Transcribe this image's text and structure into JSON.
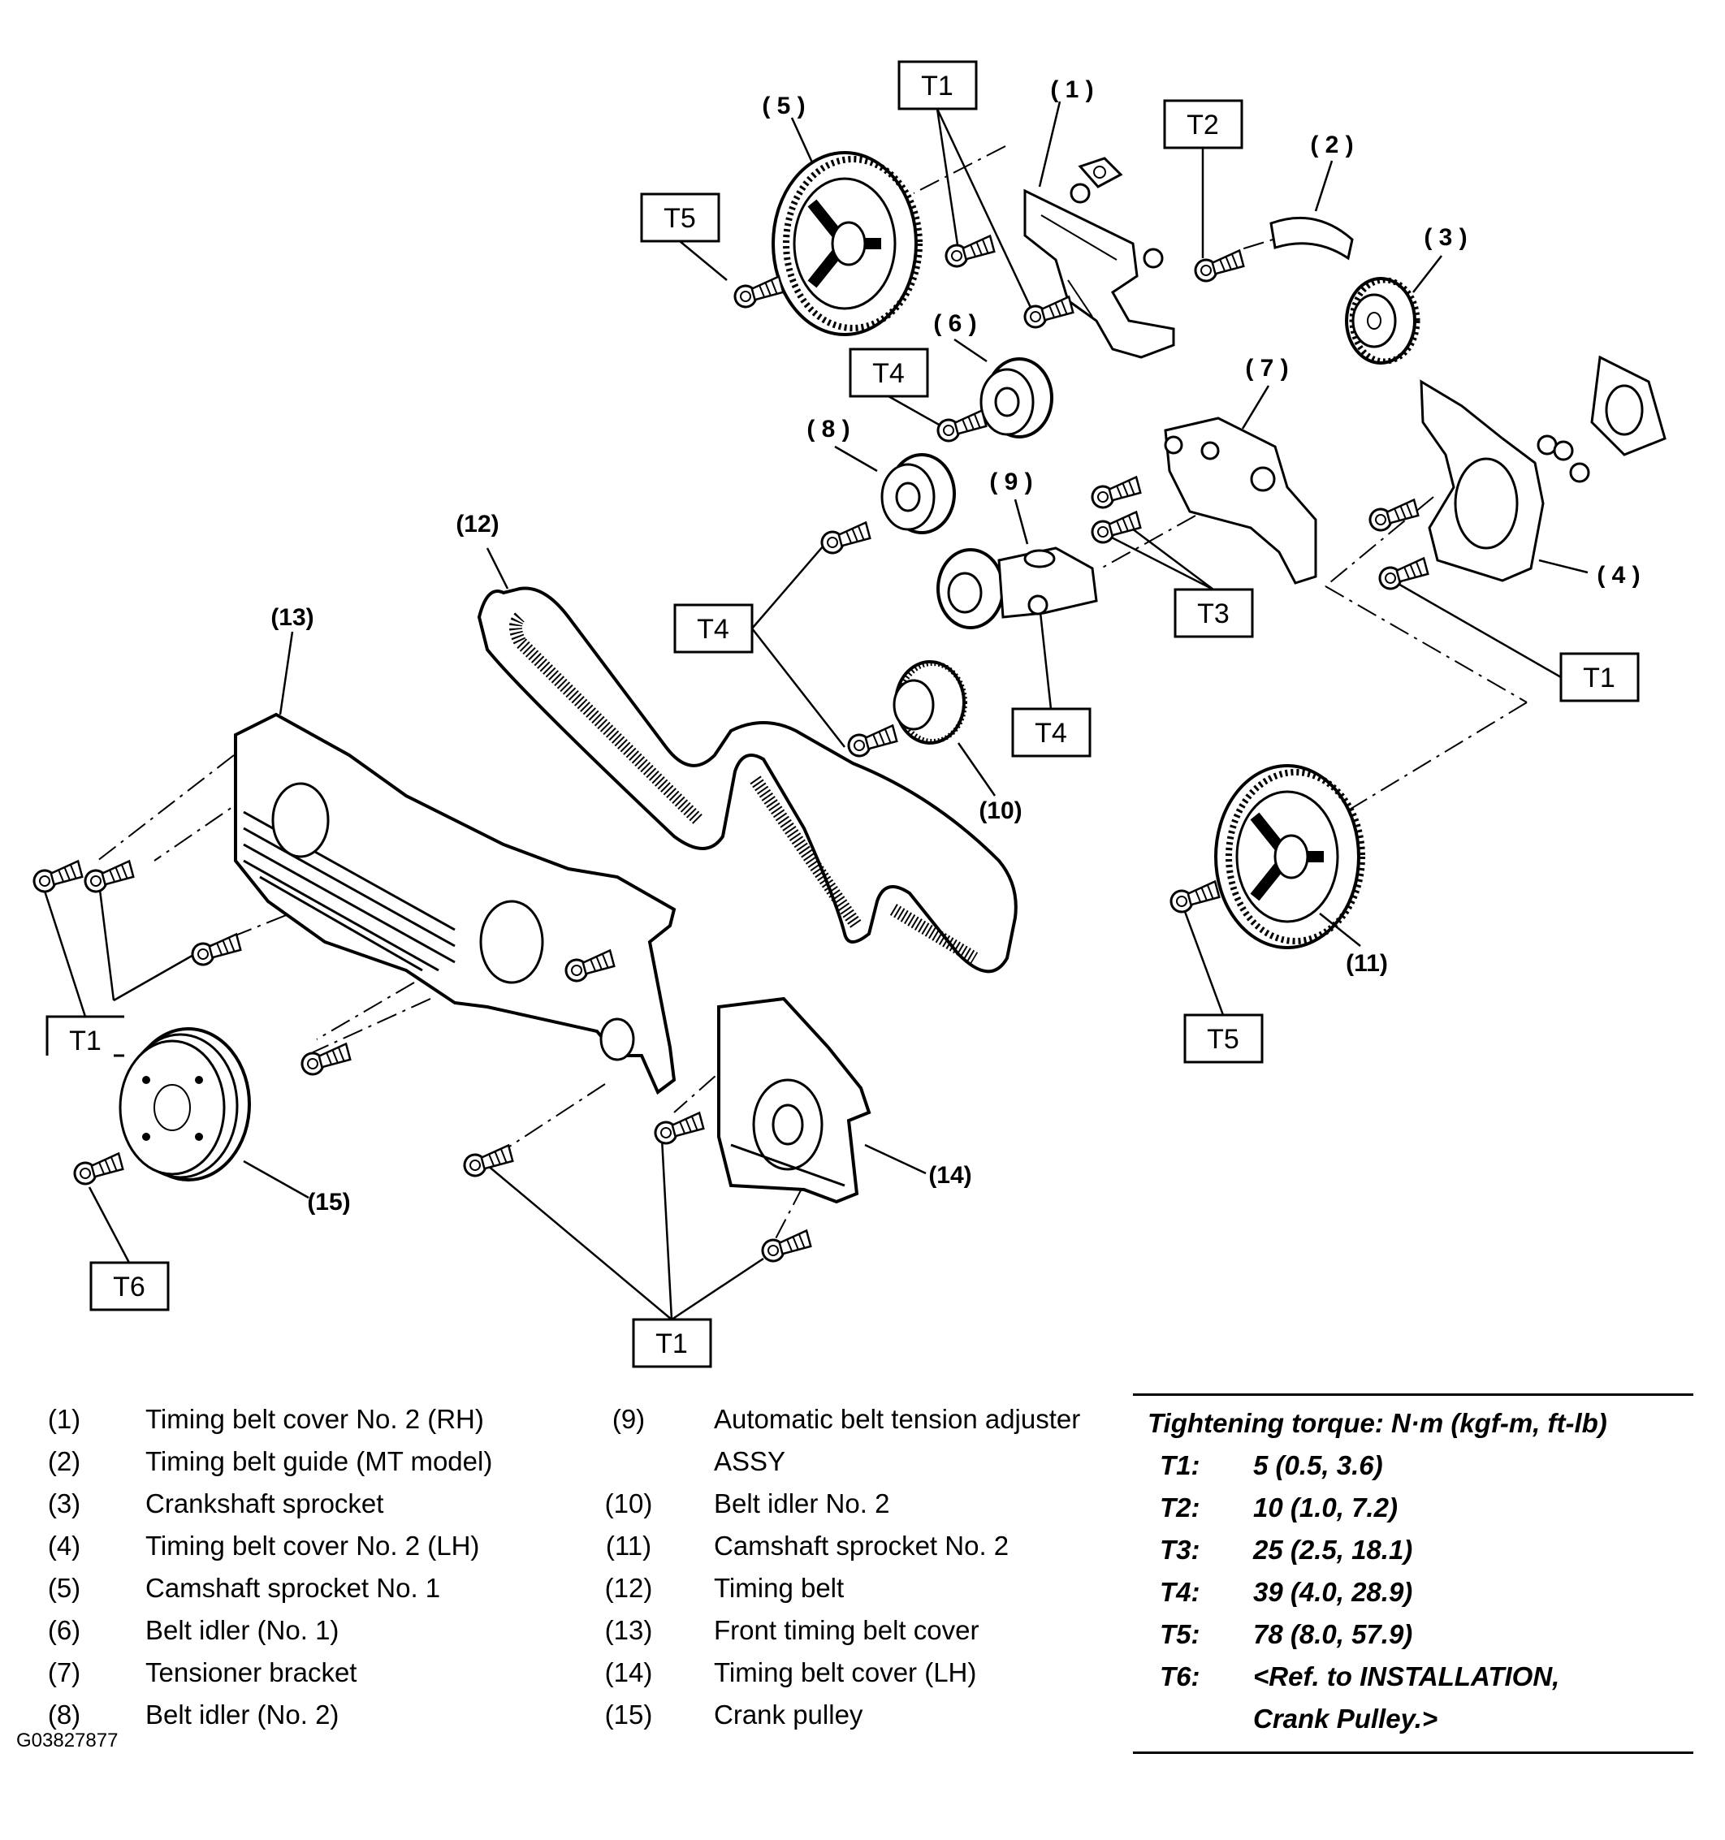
{
  "callouts": {
    "c1": "( 1 )",
    "c2": "( 2 )",
    "c3": "( 3 )",
    "c4": "( 4 )",
    "c5": "( 5 )",
    "c6": "( 6 )",
    "c7": "( 7 )",
    "c8": "( 8 )",
    "c9": "( 9 )",
    "c10": "(10)",
    "c11": "(11)",
    "c12": "(12)",
    "c13": "(13)",
    "c14": "(14)",
    "c15": "(15)"
  },
  "torque_boxes": {
    "t1": "T1",
    "t2": "T2",
    "t3": "T3",
    "t4": "T4",
    "t5": "T5",
    "t6": "T6"
  },
  "legend": {
    "column1": [
      {
        "num": "(1)",
        "name": "Timing belt cover No. 2 (RH)"
      },
      {
        "num": "(2)",
        "name": "Timing belt guide (MT model)"
      },
      {
        "num": "(3)",
        "name": "Crankshaft sprocket"
      },
      {
        "num": "(4)",
        "name": "Timing belt cover No. 2 (LH)"
      },
      {
        "num": "(5)",
        "name": "Camshaft sprocket No. 1"
      },
      {
        "num": "(6)",
        "name": "Belt idler (No. 1)"
      },
      {
        "num": "(7)",
        "name": "Tensioner bracket"
      },
      {
        "num": "(8)",
        "name": "Belt idler (No. 2)"
      }
    ],
    "column2": [
      {
        "num": "(9)",
        "name": "Automatic belt tension adjuster",
        "name2": "ASSY"
      },
      {
        "num": "(10)",
        "name": "Belt idler No. 2"
      },
      {
        "num": "(11)",
        "name": "Camshaft sprocket No. 2"
      },
      {
        "num": "(12)",
        "name": "Timing belt"
      },
      {
        "num": "(13)",
        "name": "Front timing belt cover"
      },
      {
        "num": "(14)",
        "name": "Timing belt cover (LH)"
      },
      {
        "num": "(15)",
        "name": "Crank pulley"
      }
    ]
  },
  "torque": {
    "title": "Tightening torque: N·m (kgf-m, ft-lb)",
    "rows": [
      {
        "key": "T1:",
        "value": "5 (0.5, 3.6)"
      },
      {
        "key": "T2:",
        "value": "10 (1.0, 7.2)"
      },
      {
        "key": "T3:",
        "value": "25 (2.5, 18.1)"
      },
      {
        "key": "T4:",
        "value": "39 (4.0, 28.9)"
      },
      {
        "key": "T5:",
        "value": "78 (8.0, 57.9)"
      },
      {
        "key": "T6:",
        "value": "<Ref. to INSTALLATION,\n  Crank Pulley.>"
      }
    ]
  },
  "figure_id": "G03827877"
}
